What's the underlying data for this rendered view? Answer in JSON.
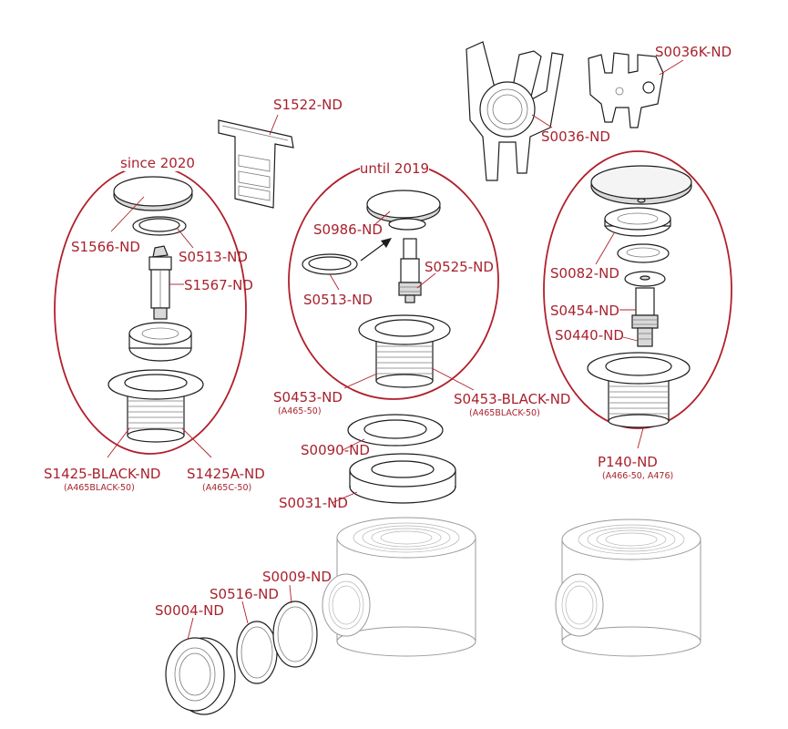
{
  "groups": {
    "left": "since 2020",
    "middle": "until 2019"
  },
  "labels": {
    "S1522": "S1522-ND",
    "S1566": "S1566-ND",
    "S0513_left": "S0513-ND",
    "S1567": "S1567-ND",
    "S1425BLACK": "S1425-BLACK-ND",
    "S1425BLACK_sub": "(A465BLACK-50)",
    "S1425A": "S1425A-ND",
    "S1425A_sub": "(A465C-50)",
    "S0986": "S0986-ND",
    "S0525": "S0525-ND",
    "S0513_mid": "S0513-ND",
    "S0453": "S0453-ND",
    "S0453_sub": "(A465-50)",
    "S0453BLACK": "S0453-BLACK-ND",
    "S0453BLACK_sub": "(A465BLACK-50)",
    "S0090": "S0090-ND",
    "S0031": "S0031-ND",
    "S0009": "S0009-ND",
    "S0516": "S0516-ND",
    "S0004": "S0004-ND",
    "S0036": "S0036-ND",
    "S0036K": "S0036K-ND",
    "S0082": "S0082-ND",
    "S0454": "S0454-ND",
    "S0440": "S0440-ND",
    "P140": "P140-ND",
    "P140_sub": "(A466-50, A476)"
  },
  "colors": {
    "accent": "#a8222e",
    "line": "#1d1d1d",
    "background": "#ffffff"
  }
}
